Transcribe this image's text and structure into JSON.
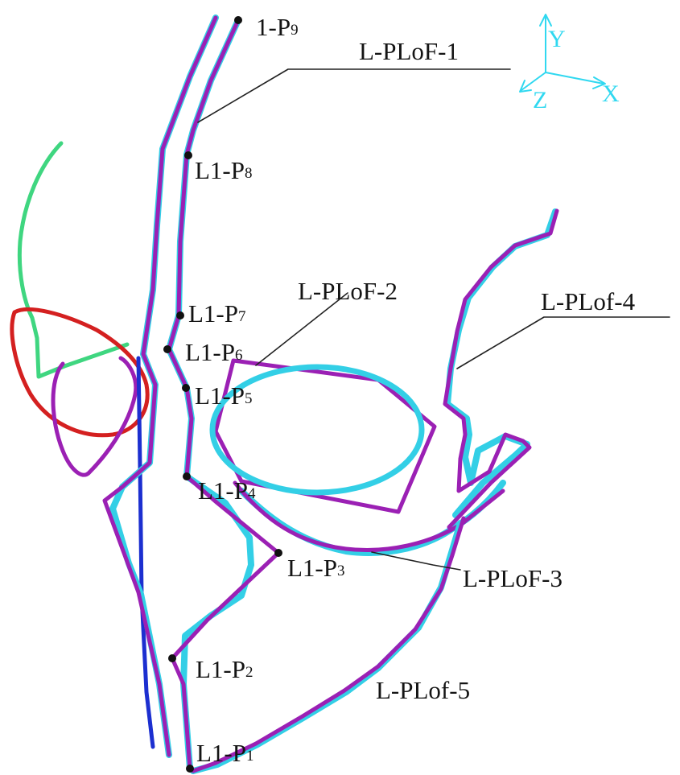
{
  "colors": {
    "purple": "#9b20b4",
    "cyan": "#33cfe6",
    "green": "#3fd680",
    "red": "#d42020",
    "blue": "#1c2fd0",
    "leader": "#222222",
    "axes": "#30d8f0"
  },
  "axes": {
    "y": "Y",
    "x": "X",
    "z": "Z"
  },
  "lines": {
    "plof1": "L-PLoF-1",
    "plof2": "L-PLoF-2",
    "plof3": "L-PLoF-3",
    "plof4": "L-PLof-4",
    "plof5": "L-PLof-5"
  },
  "points": [
    {
      "prefix": "1-P",
      "sub": "9"
    },
    {
      "prefix": "L1-P",
      "sub": "8"
    },
    {
      "prefix": "L1-P",
      "sub": "7"
    },
    {
      "prefix": "L1-P",
      "sub": "6"
    },
    {
      "prefix": "L1-P",
      "sub": "5"
    },
    {
      "prefix": "L1-P",
      "sub": "4"
    },
    {
      "prefix": "L1-P",
      "sub": "3"
    },
    {
      "prefix": "L1-P",
      "sub": "2"
    },
    {
      "prefix": "L1-P",
      "sub": "1"
    }
  ]
}
